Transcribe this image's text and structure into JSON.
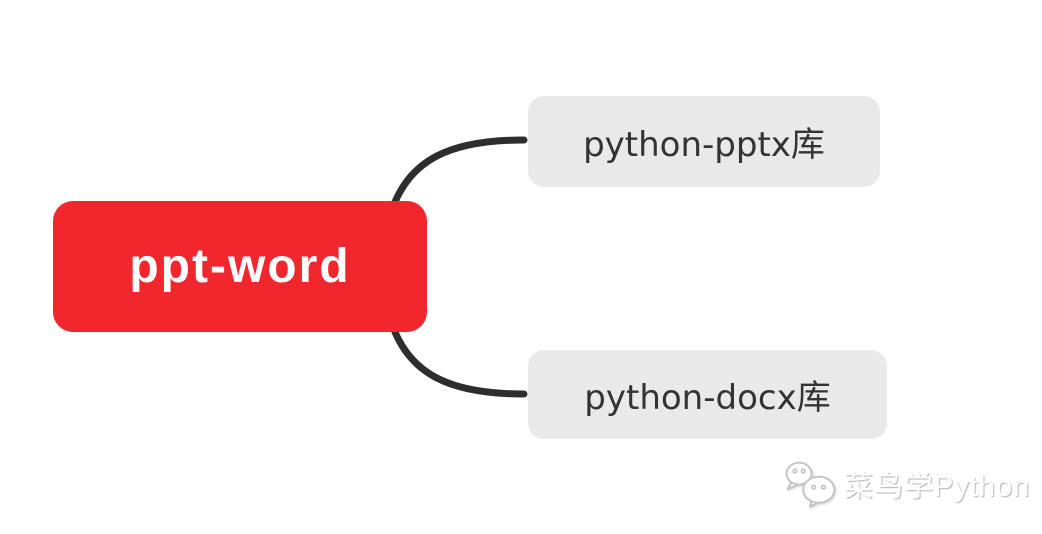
{
  "mindmap": {
    "root": {
      "label": "ppt-word"
    },
    "children": [
      {
        "label": "python-pptx库"
      },
      {
        "label": "python-docx库"
      }
    ]
  },
  "watermark": {
    "icon": "wechat-icon",
    "text": "菜鸟学Python"
  },
  "colors": {
    "canvas_bg": "#ffffff",
    "root_bg": "#f2262d",
    "root_text": "#ffffff",
    "child_bg": "#e9e9e9",
    "child_text": "#333333",
    "connector": "#2e2e2e",
    "watermark_stroke": "#c4c4c4"
  }
}
